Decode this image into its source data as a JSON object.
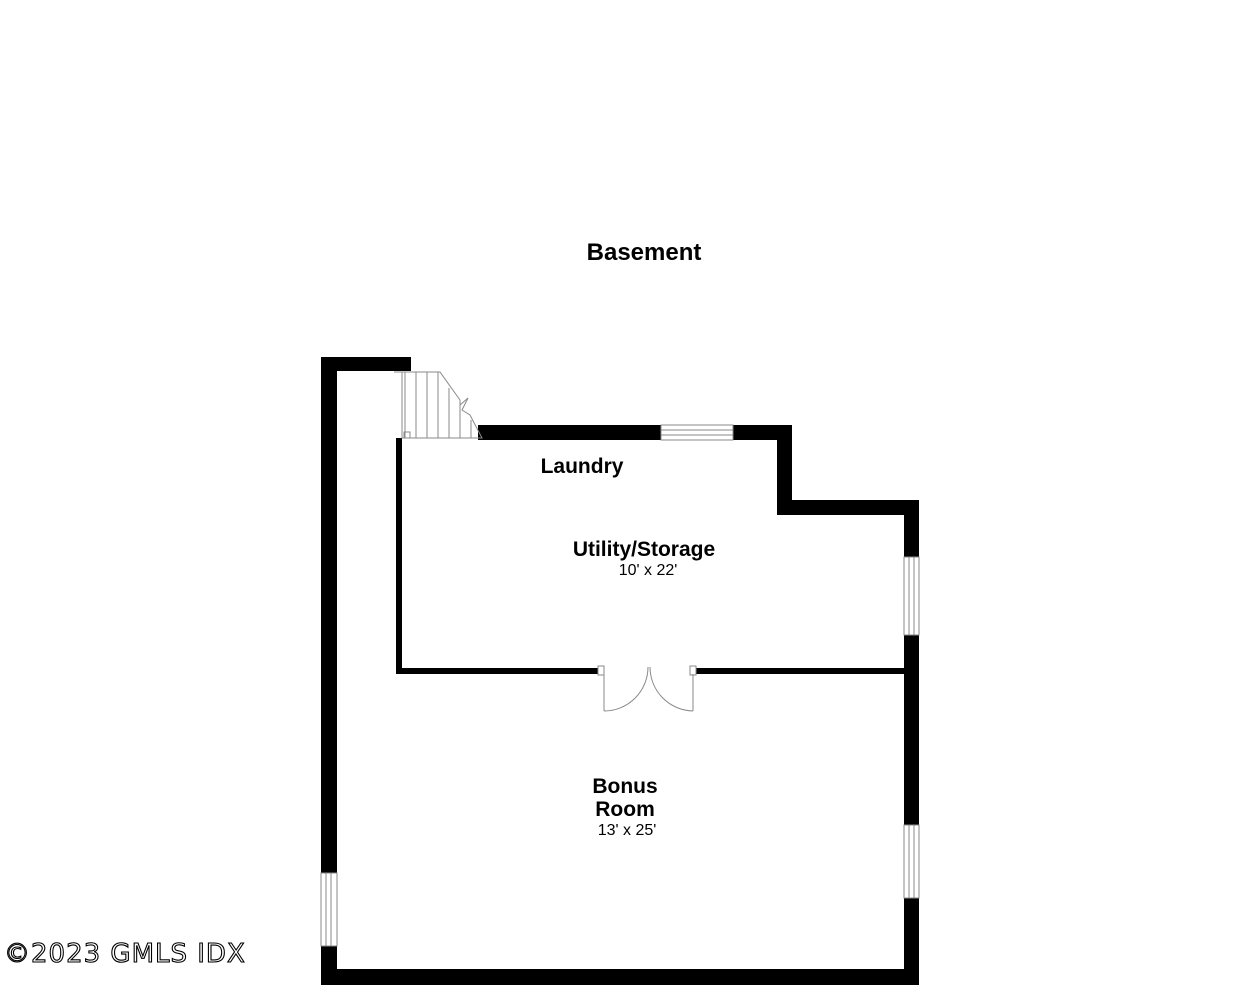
{
  "floor": {
    "title": "Basement"
  },
  "rooms": {
    "laundry": {
      "name": "Laundry"
    },
    "utility": {
      "name": "Utility/Storage",
      "dimensions": "10' x 22'"
    },
    "bonus": {
      "name_line1": "Bonus",
      "name_line2": "Room",
      "dimensions": "13' x 25'"
    }
  },
  "watermark": {
    "text": "©2023 GMLS IDX"
  },
  "colors": {
    "wall": "#000000",
    "background": "#ffffff",
    "fixture_stroke": "#8a8a8a"
  }
}
